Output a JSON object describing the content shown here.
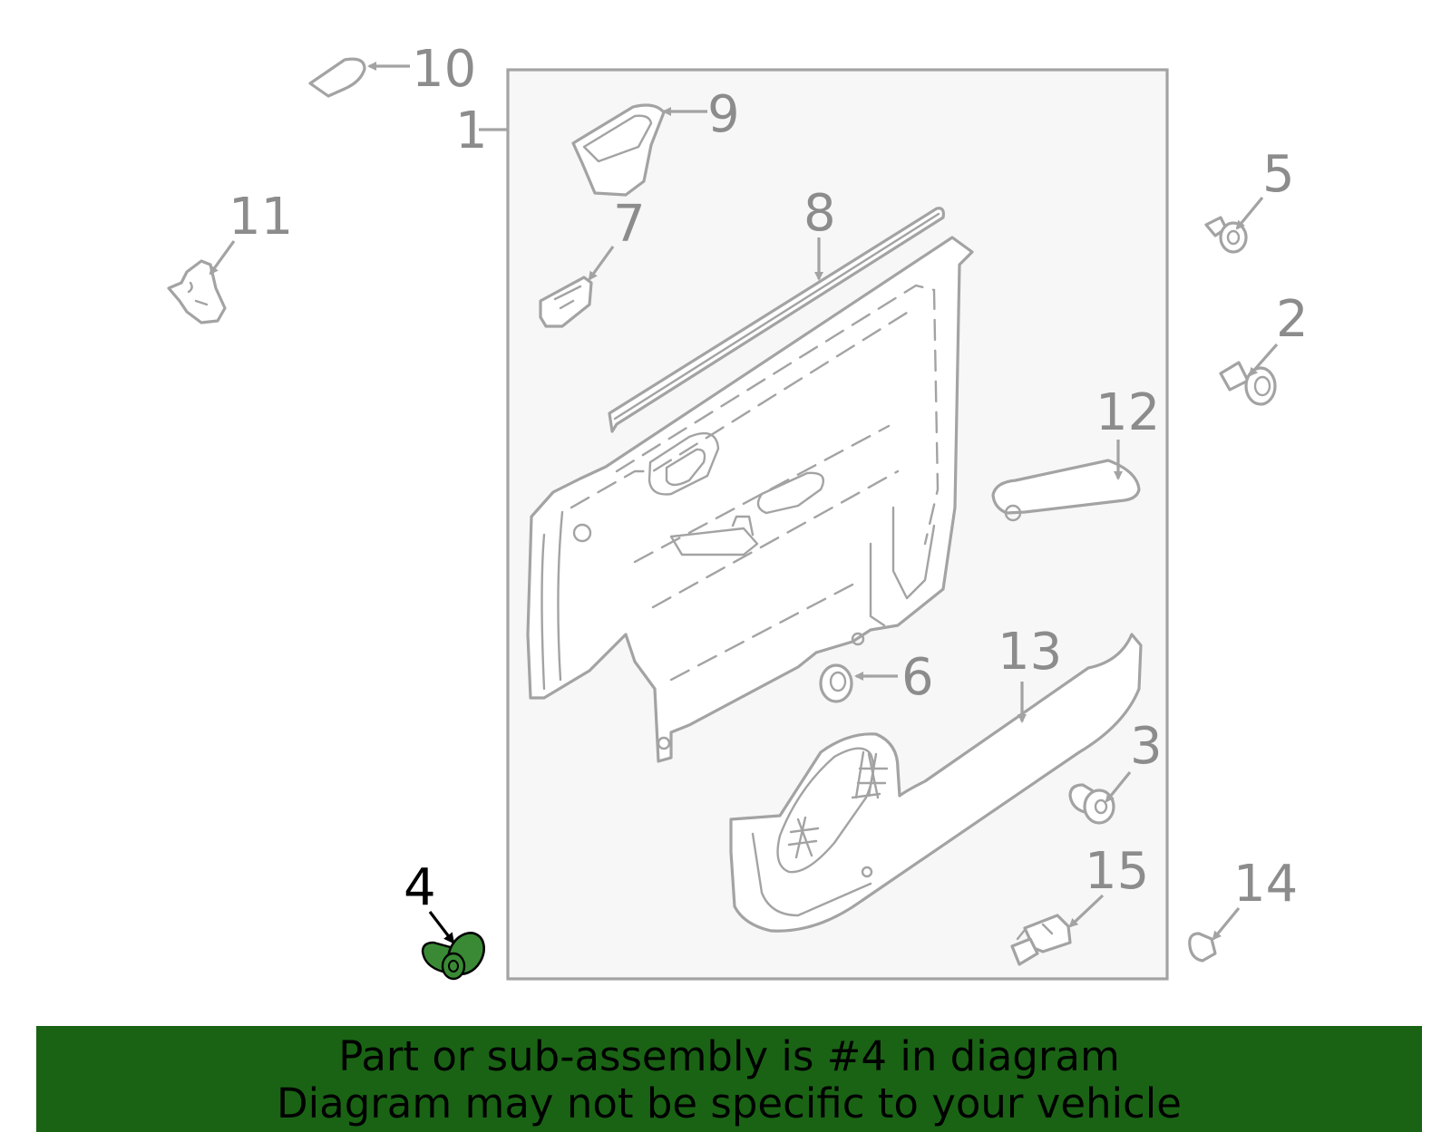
{
  "diagram": {
    "callouts": [
      {
        "id": "1",
        "label": "1"
      },
      {
        "id": "2",
        "label": "2"
      },
      {
        "id": "3",
        "label": "3"
      },
      {
        "id": "4",
        "label": "4",
        "highlighted": true
      },
      {
        "id": "5",
        "label": "5"
      },
      {
        "id": "6",
        "label": "6"
      },
      {
        "id": "7",
        "label": "7"
      },
      {
        "id": "8",
        "label": "8"
      },
      {
        "id": "9",
        "label": "9"
      },
      {
        "id": "10",
        "label": "10"
      },
      {
        "id": "11",
        "label": "11"
      },
      {
        "id": "12",
        "label": "12"
      },
      {
        "id": "13",
        "label": "13"
      },
      {
        "id": "14",
        "label": "14"
      },
      {
        "id": "15",
        "label": "15"
      }
    ],
    "highlight_color": "#1a6315",
    "line_color": "#a3a3a3"
  },
  "banner": {
    "line1": "Part or sub-assembly is #4 in diagram",
    "line2": "Diagram may not be specific to your vehicle",
    "background": "#1a6315"
  }
}
